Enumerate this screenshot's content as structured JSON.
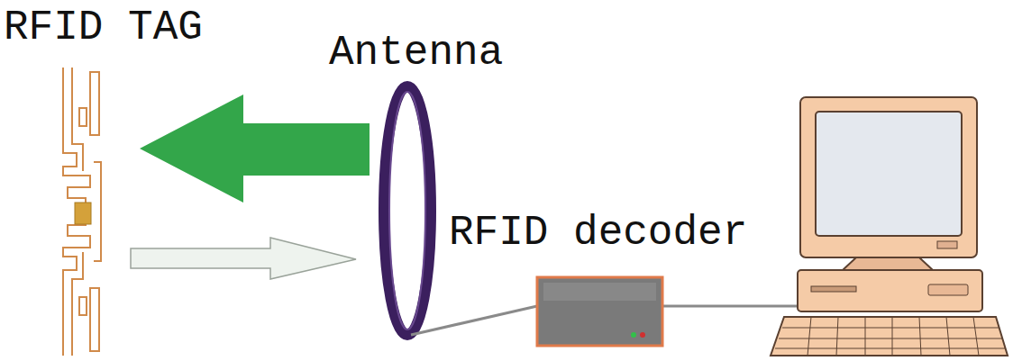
{
  "diagram": {
    "labels": [
      "RFID TAG",
      "Antenna",
      "RFID decoder"
    ]
  }
}
